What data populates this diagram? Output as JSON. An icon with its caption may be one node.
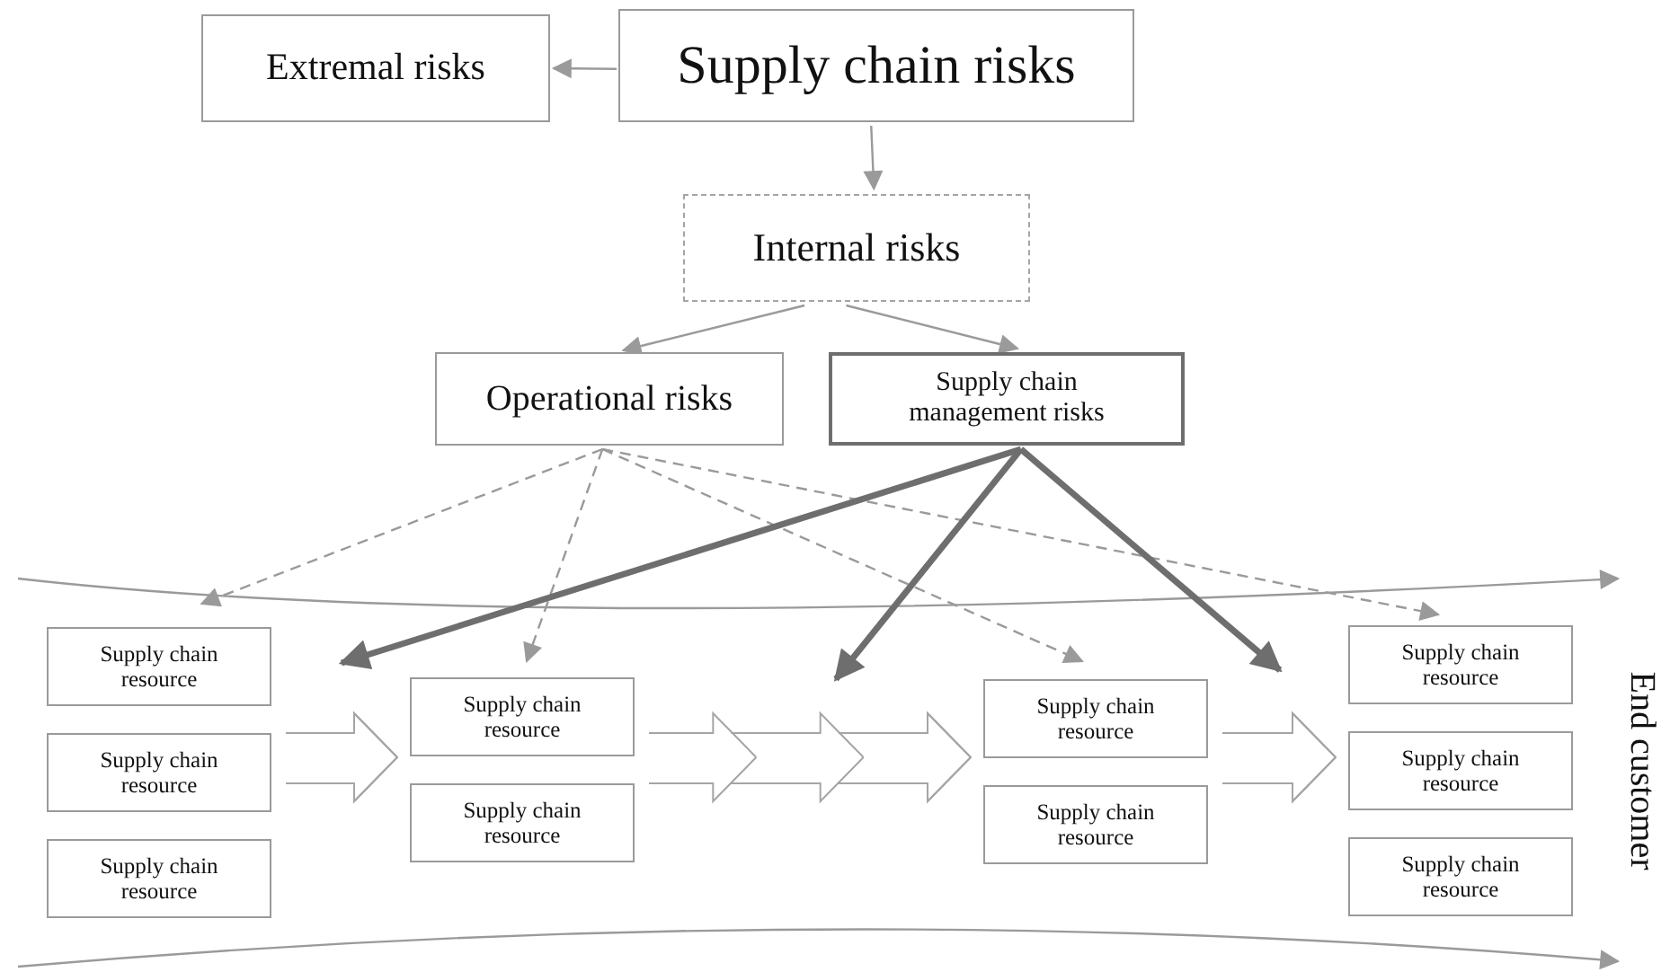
{
  "diagram": {
    "nodes": [
      {
        "text": [
          "Supply chain risks"
        ]
      },
      {
        "text": [
          "Extremal risks"
        ]
      },
      {
        "text": [
          "Internal risks"
        ]
      },
      {
        "text": [
          "Operational risks"
        ]
      },
      {
        "text": [
          "Supply chain management risks"
        ]
      },
      {
        "text": [
          "Supply chain resource"
        ]
      },
      {
        "text": [
          "Supply chain resource"
        ]
      },
      {
        "text": [
          "Supply chain resource"
        ]
      },
      {
        "text": [
          "Supply chain resource"
        ]
      },
      {
        "text": [
          "Supply chain resource"
        ]
      },
      {
        "text": [
          "Supply chain resource"
        ]
      },
      {
        "text": [
          "Supply chain resource"
        ]
      },
      {
        "text": [
          "Supply chain resource"
        ]
      },
      {
        "text": [
          "Supply chain resource"
        ]
      },
      {
        "text": [
          "Supply chain resource"
        ]
      }
    ],
    "edges": [
      {
        "from": 0,
        "to": 1,
        "arrow": "to"
      },
      {
        "from": 0,
        "to": 2,
        "arrow": "to"
      },
      {
        "from": 2,
        "to": 3,
        "arrow": "to"
      },
      {
        "from": 2,
        "to": 4,
        "arrow": "to"
      },
      {
        "from": 3,
        "to": 5,
        "arrow": "to",
        "style": "dashed"
      },
      {
        "from": 3,
        "to": 8,
        "arrow": "to",
        "style": "dashed"
      },
      {
        "from": 3,
        "to": 10,
        "arrow": "to",
        "style": "dashed"
      },
      {
        "from": 3,
        "to": 12,
        "arrow": "to",
        "style": "dashed"
      },
      {
        "from": 4,
        "to": null,
        "arrow": "to",
        "style": "thick",
        "color": "#6e6e6e"
      },
      {
        "from": 4,
        "to": null,
        "arrow": "to",
        "style": "thick",
        "color": "#6e6e6e"
      },
      {
        "from": 4,
        "to": null,
        "arrow": "to",
        "style": "thick",
        "color": "#6e6e6e"
      },
      {
        "from": 6,
        "to": 8,
        "arrow": "to"
      },
      {
        "from": 8,
        "to": 10,
        "arrow": "to"
      },
      {
        "from": 10,
        "to": 13,
        "arrow": "to"
      }
    ],
    "labels": [
      "End customer"
    ]
  }
}
